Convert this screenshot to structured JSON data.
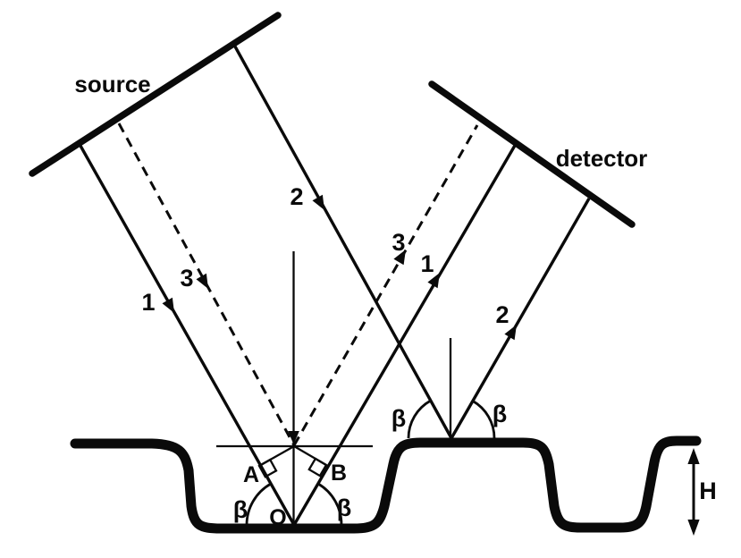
{
  "colors": {
    "ink": "#0a0a0a",
    "background": "#ffffff"
  },
  "apparatus": {
    "source_label": "source",
    "detector_label": "detector"
  },
  "rays": {
    "ray1": {
      "incident_label": "1",
      "exit_label": "1"
    },
    "ray2": {
      "incident_label": "2",
      "exit_label": "2"
    },
    "ray3": {
      "incident_label": "3",
      "exit_label": "3"
    }
  },
  "points": {
    "a": "A",
    "b": "B",
    "o": "O"
  },
  "angles": {
    "beta_groove_left": "β",
    "beta_groove_right": "β",
    "beta_mesa_left": "β",
    "beta_mesa_right": "β"
  },
  "dimension": {
    "height_label": "H"
  }
}
